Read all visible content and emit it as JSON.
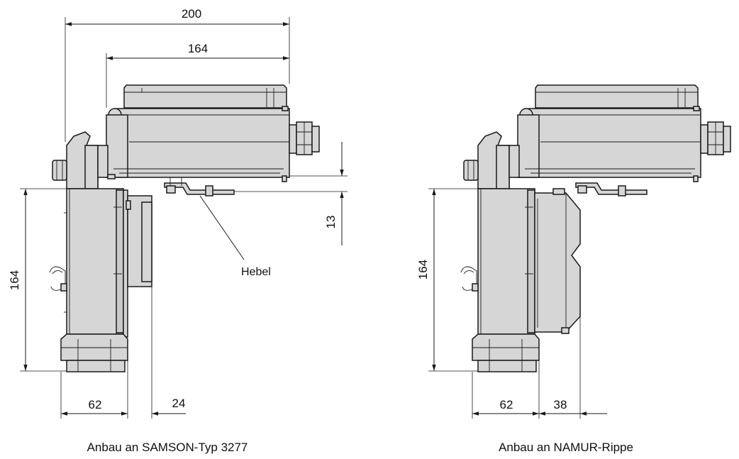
{
  "views": [
    {
      "caption": "Anbau an SAMSON-Typ 3277",
      "dims": {
        "top": "200",
        "inner": "164",
        "height": "164",
        "right": "13",
        "bottom_left": "62",
        "bottom_right": "24"
      },
      "label": "Hebel"
    },
    {
      "caption": "Anbau an NAMUR-Rippe",
      "dims": {
        "height": "164",
        "bottom_left": "62",
        "bottom_right": "38"
      }
    }
  ]
}
